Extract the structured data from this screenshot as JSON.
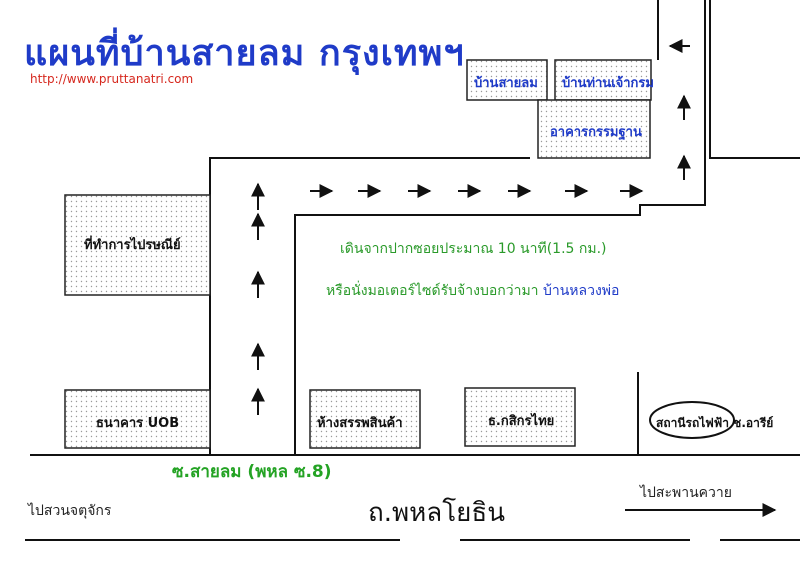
{
  "title": "แผนที่บ้านสายลม กรุงเทพฯ",
  "url": "http://www.pruttanatri.com",
  "buildings": {
    "ban_sailom": "บ้านสายลม",
    "ban_tan_chao_krom": "บ้านท่านเจ้ากรม",
    "akhan_kammathan": "อาคารกรรมฐาน",
    "post_office": "ที่ทำการไปรษณีย์",
    "uob_bank": "ธนาคาร UOB",
    "department_store": "ห้างสรรพสินค้า",
    "kasikorn_bank": "ธ.กสิกรไทย",
    "bts_station": "สถานีรถไฟฟ้า ช.อารีย์"
  },
  "directions": {
    "line1": "เดินจากปากซอยประมาณ 10 นาที(1.5 กม.)",
    "line2_prefix": "หรือนั่งมอเตอร์ไซด์รับจ้างบอกว่ามา",
    "line2_dest": "บ้านหลวงพ่อ"
  },
  "soi_label": "ซ.สายลม (พหล ซ.8)",
  "main_road": "ถ.พหลโยธิน",
  "to_left": "ไปสวนจตุจักร",
  "to_right": "ไปสะพานควาย",
  "colors": {
    "title": "#1f3bc8",
    "url": "#d6281e",
    "soi_label": "#24a324",
    "directions": "#2a9a2a",
    "building_fill": "#f4f4f4",
    "line": "#111111"
  }
}
